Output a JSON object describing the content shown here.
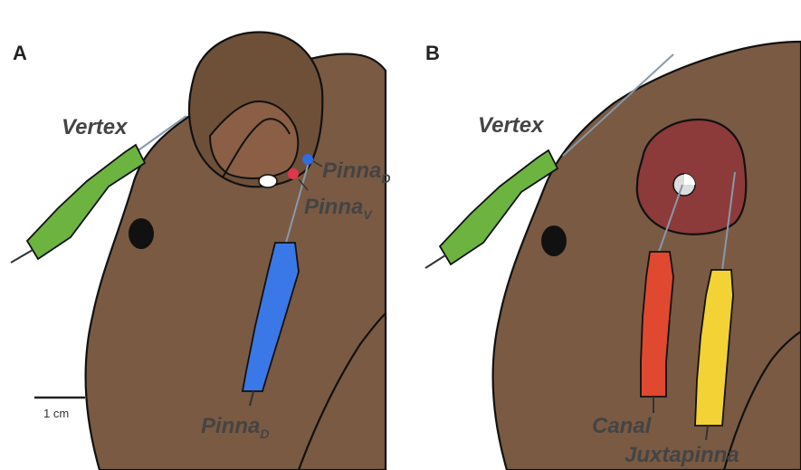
{
  "panels": [
    {
      "letter": "A",
      "labels": {
        "vertex": "Vertex",
        "pinna_d_top": "Pinna",
        "pinna_d_top_sub": "D",
        "pinna_v": "Pinna",
        "pinna_v_sub": "V",
        "pinna_d_bottom": "Pinna",
        "pinna_d_bottom_sub": "D"
      }
    },
    {
      "letter": "B",
      "labels": {
        "vertex": "Vertex",
        "canal": "Canal",
        "juxtapinna": "Juxtapinna"
      }
    }
  ],
  "scale_bar": {
    "label": "1 cm"
  },
  "colors": {
    "head": "#7a5a43",
    "pinna": "#6e5039",
    "pinna_inner": "#8a5f45",
    "ear_patch": "#8d3a3a",
    "electrode_vertex": "#6db33f",
    "electrode_pinna": "#3b78e7",
    "electrode_canal": "#e0492f",
    "electrode_juxtapinna": "#f2d235",
    "marker_dorsal": "#2f6de0",
    "marker_ventral": "#e0364a"
  }
}
